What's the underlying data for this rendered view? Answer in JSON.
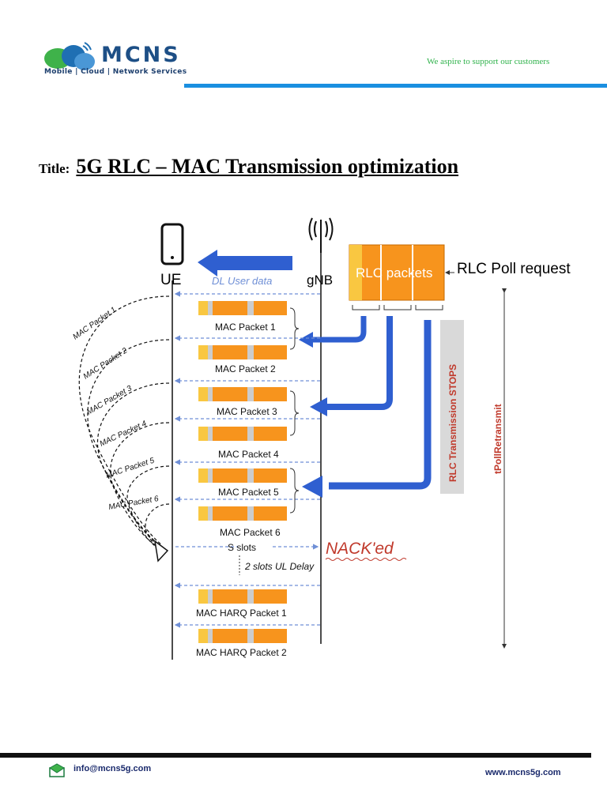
{
  "header": {
    "brand": "MCNS",
    "brand_sub": "Mobile | Cloud | Network Services",
    "tagline": "We aspire to support our customers"
  },
  "title": {
    "label": "Title:",
    "text": "5G RLC – MAC Transmission optimization"
  },
  "diagram": {
    "ue_label": "UE",
    "gnb_label": "gNB",
    "dl_user_data": "DL User data",
    "rlc_packets": "RLC packets",
    "rlc_poll_request": "RLC Poll request",
    "rlc_stops": "RLC Transmission STOPS",
    "tpoll": "tPollRetransmit",
    "nack": "NACK'ed",
    "s_slots": "S slots",
    "ul_delay": "2 slots UL Delay",
    "mac_packets": [
      "MAC Packet 1",
      "MAC Packet 2",
      "MAC Packet 3",
      "MAC Packet 4",
      "MAC Packet 5",
      "MAC Packet 6"
    ],
    "harq_packets": [
      "MAC HARQ Packet 1",
      "MAC HARQ Packet 2"
    ],
    "arc_labels": [
      "MAC Packet 1",
      "MAC Packet 2",
      "MAC Packet 3",
      "MAC Packet 4",
      "MAC Packet 5",
      "MAC Packet 6"
    ],
    "colors": {
      "orange": "#f7941d",
      "yellow": "#f9c741",
      "blue": "#2f5fd0",
      "red": "#c0392b",
      "light_blue": "#6f8fd6"
    }
  },
  "footer": {
    "email": "info@mcns5g.com",
    "website": "www.mcns5g.com"
  }
}
